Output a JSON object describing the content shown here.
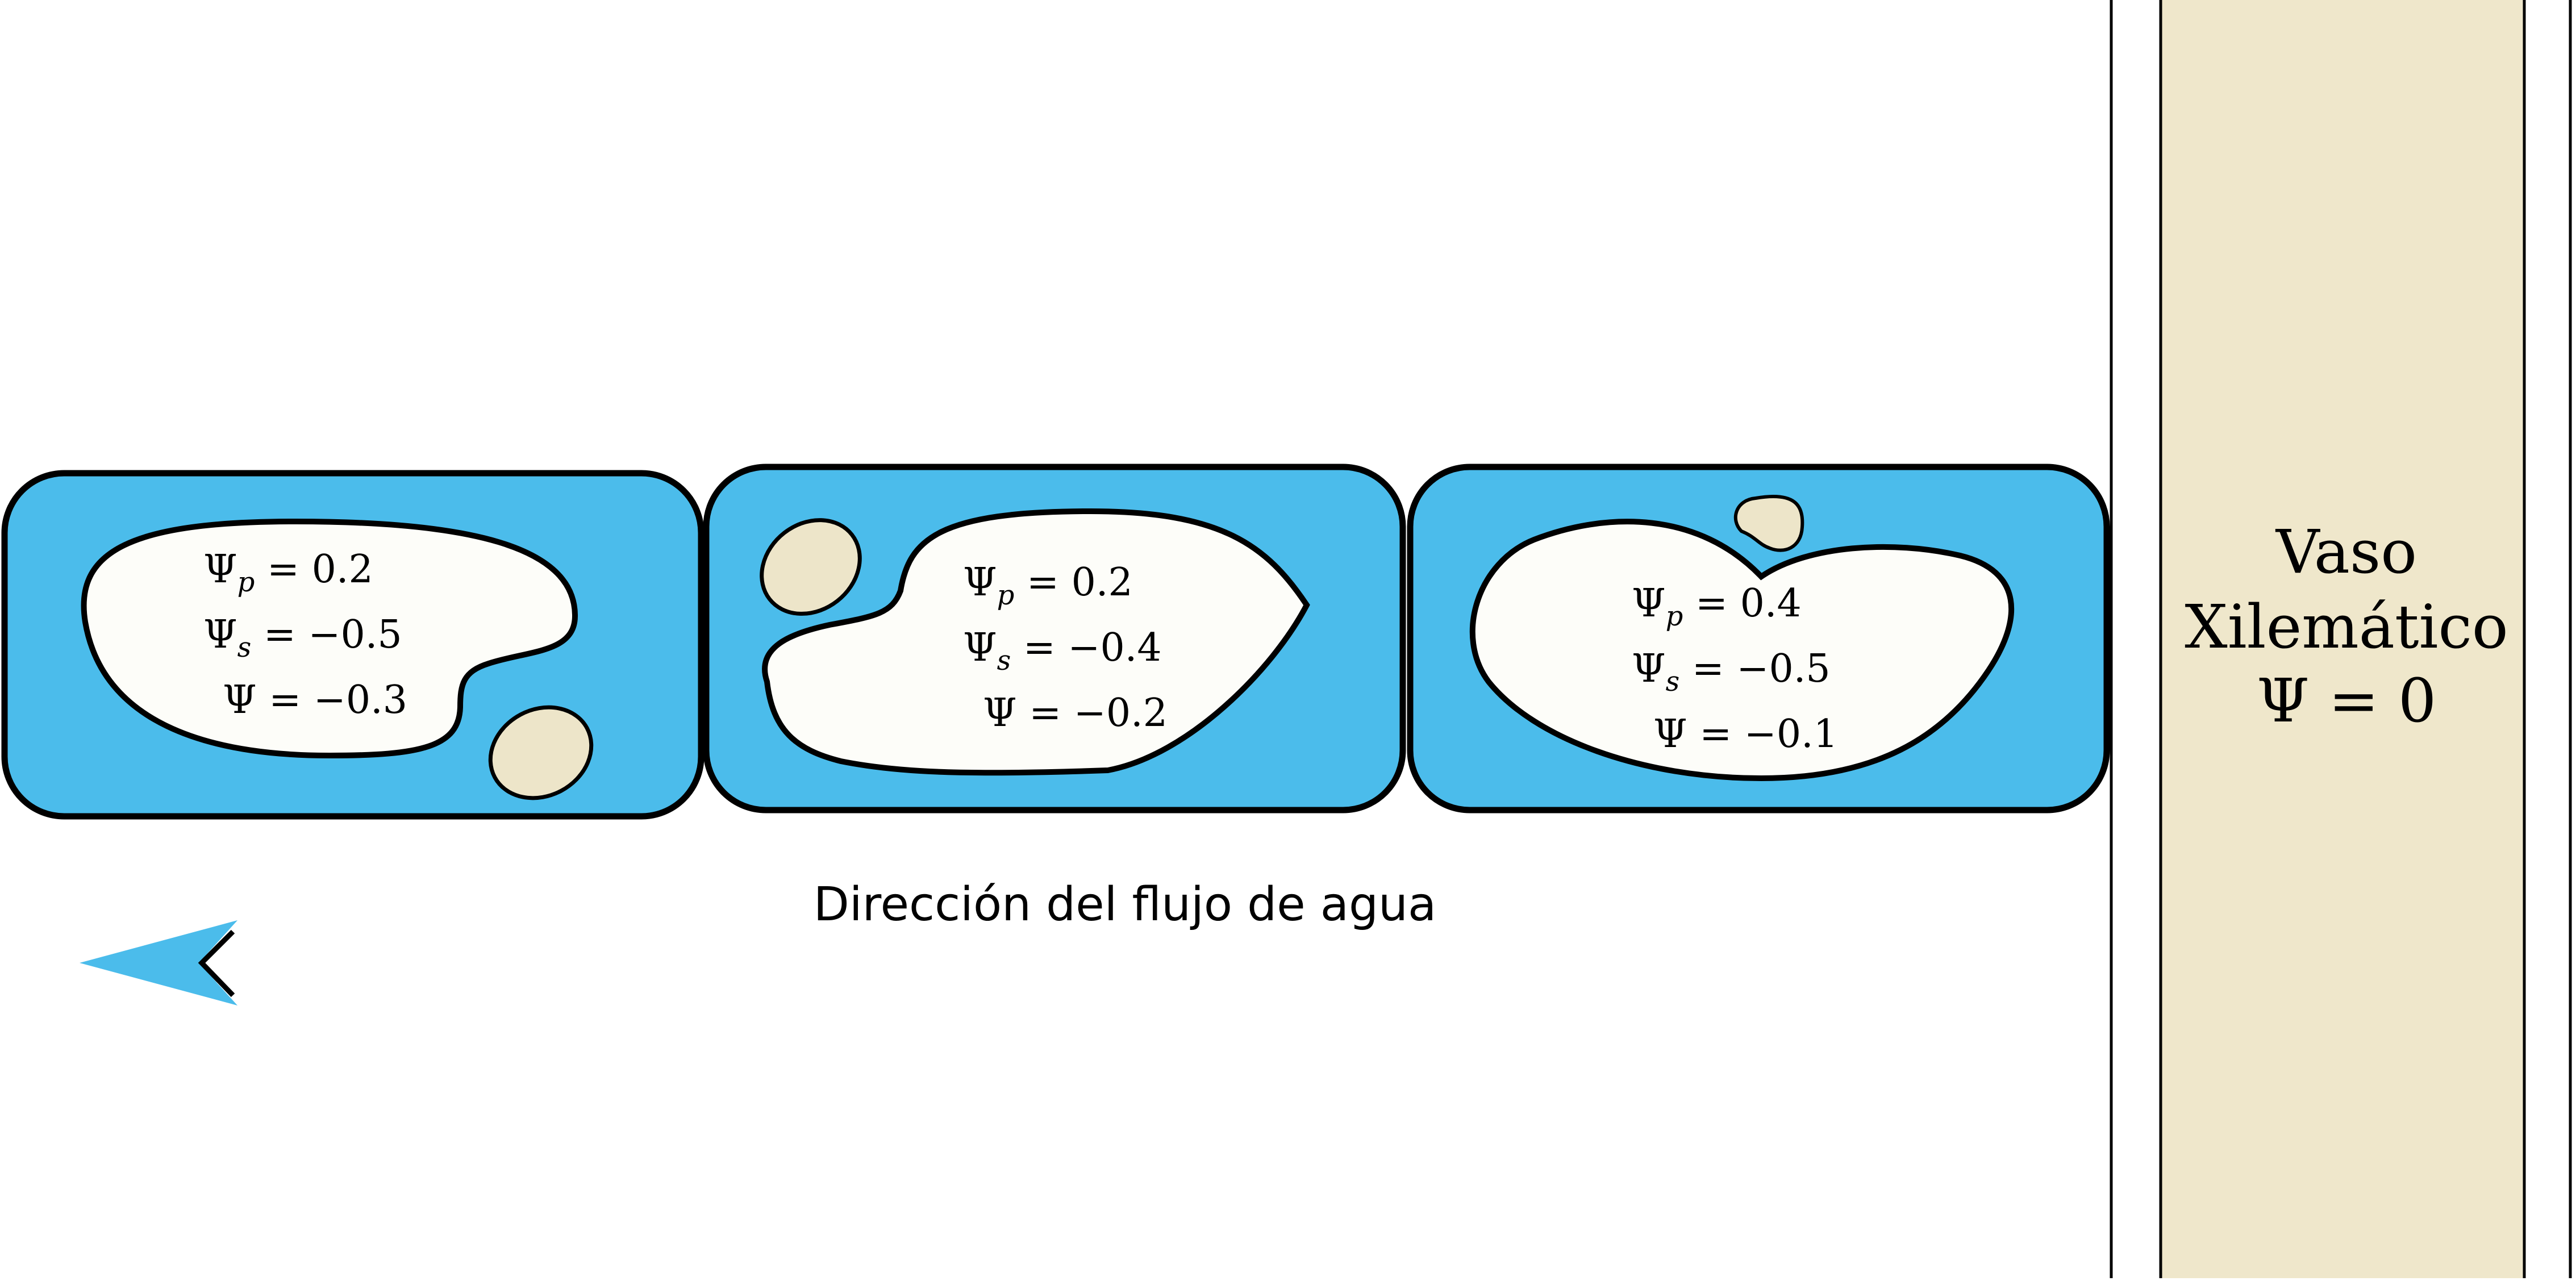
{
  "colors": {
    "cell_fill": "#4bbceb",
    "vacuole_fill": "#fdfdf9",
    "organelle_fill": "#ede5c9",
    "vessel_fill": "#efe7cb",
    "stroke": "#000000"
  },
  "cells": [
    {
      "psi_p": {
        "symbol": "Ψ",
        "sub": "p",
        "text": " = 0.2"
      },
      "psi_s": {
        "symbol": "Ψ",
        "sub": "s",
        "text": " = −0.5"
      },
      "psi": {
        "text": "Ψ = −0.3"
      }
    },
    {
      "psi_p": {
        "symbol": "Ψ",
        "sub": "p",
        "text": " = 0.2"
      },
      "psi_s": {
        "symbol": "Ψ",
        "sub": "s",
        "text": " = −0.4"
      },
      "psi": {
        "text": "Ψ = −0.2"
      }
    },
    {
      "psi_p": {
        "symbol": "Ψ",
        "sub": "p",
        "text": " = 0.4"
      },
      "psi_s": {
        "symbol": "Ψ",
        "sub": "s",
        "text": " = −0.5"
      },
      "psi": {
        "text": "Ψ = −0.1"
      }
    }
  ],
  "vessel": {
    "line1": "Vaso",
    "line2": "Xilemático",
    "line3": "Ψ = 0"
  },
  "flow": {
    "label": "Dirección del flujo de agua",
    "direction": "right-to-left"
  }
}
